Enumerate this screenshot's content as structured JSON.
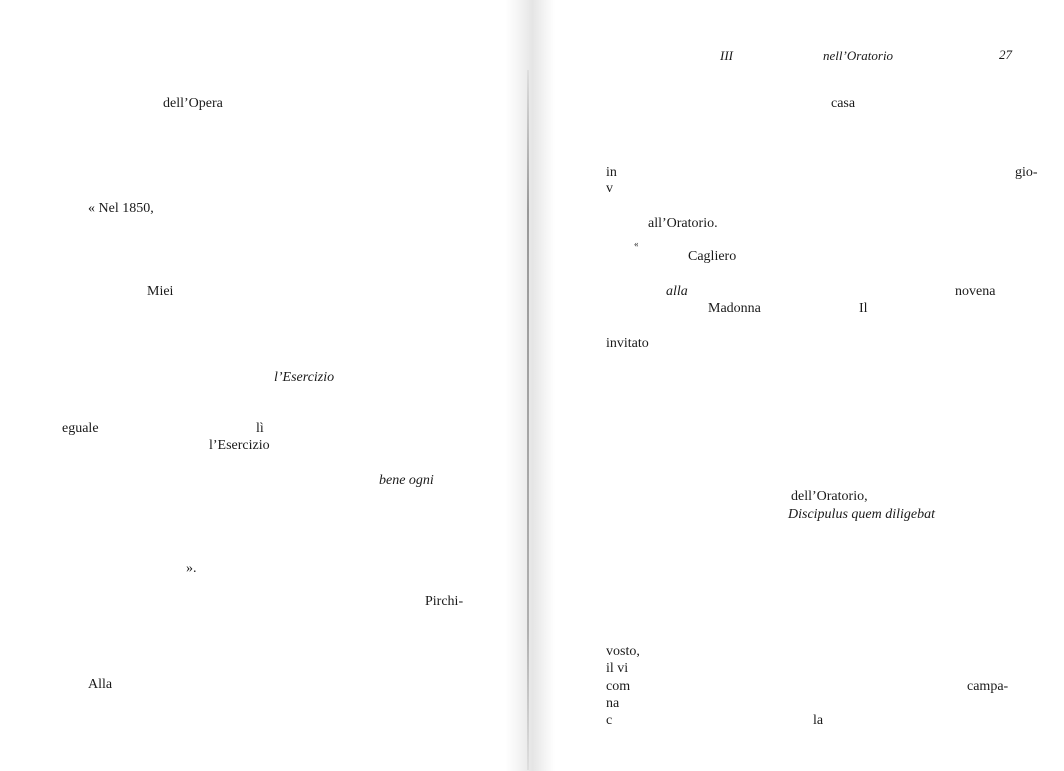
{
  "running_head": {
    "chapter": "III",
    "title": "nell’Oratorio",
    "page_number": "27"
  },
  "left_page": {
    "fragments": [
      "dell’Opera",
      "« Nel 1850,",
      "Miei",
      "l’Esercizio",
      "eguale",
      "lì",
      "l’Esercizio",
      "bene ogni",
      "».",
      "Pirchi-",
      "Alla"
    ]
  },
  "right_page": {
    "fragments": [
      "casa",
      "in",
      "v",
      "gio-",
      "all’Oratorio.",
      "«",
      "Cagliero",
      "alla",
      "novena",
      "Madonna",
      "Il",
      "invitato",
      "dell’Oratorio,",
      "Discipulus quem diligebat",
      "vosto,",
      "il vi",
      "com",
      "campa-",
      "na",
      "c",
      "la"
    ]
  }
}
